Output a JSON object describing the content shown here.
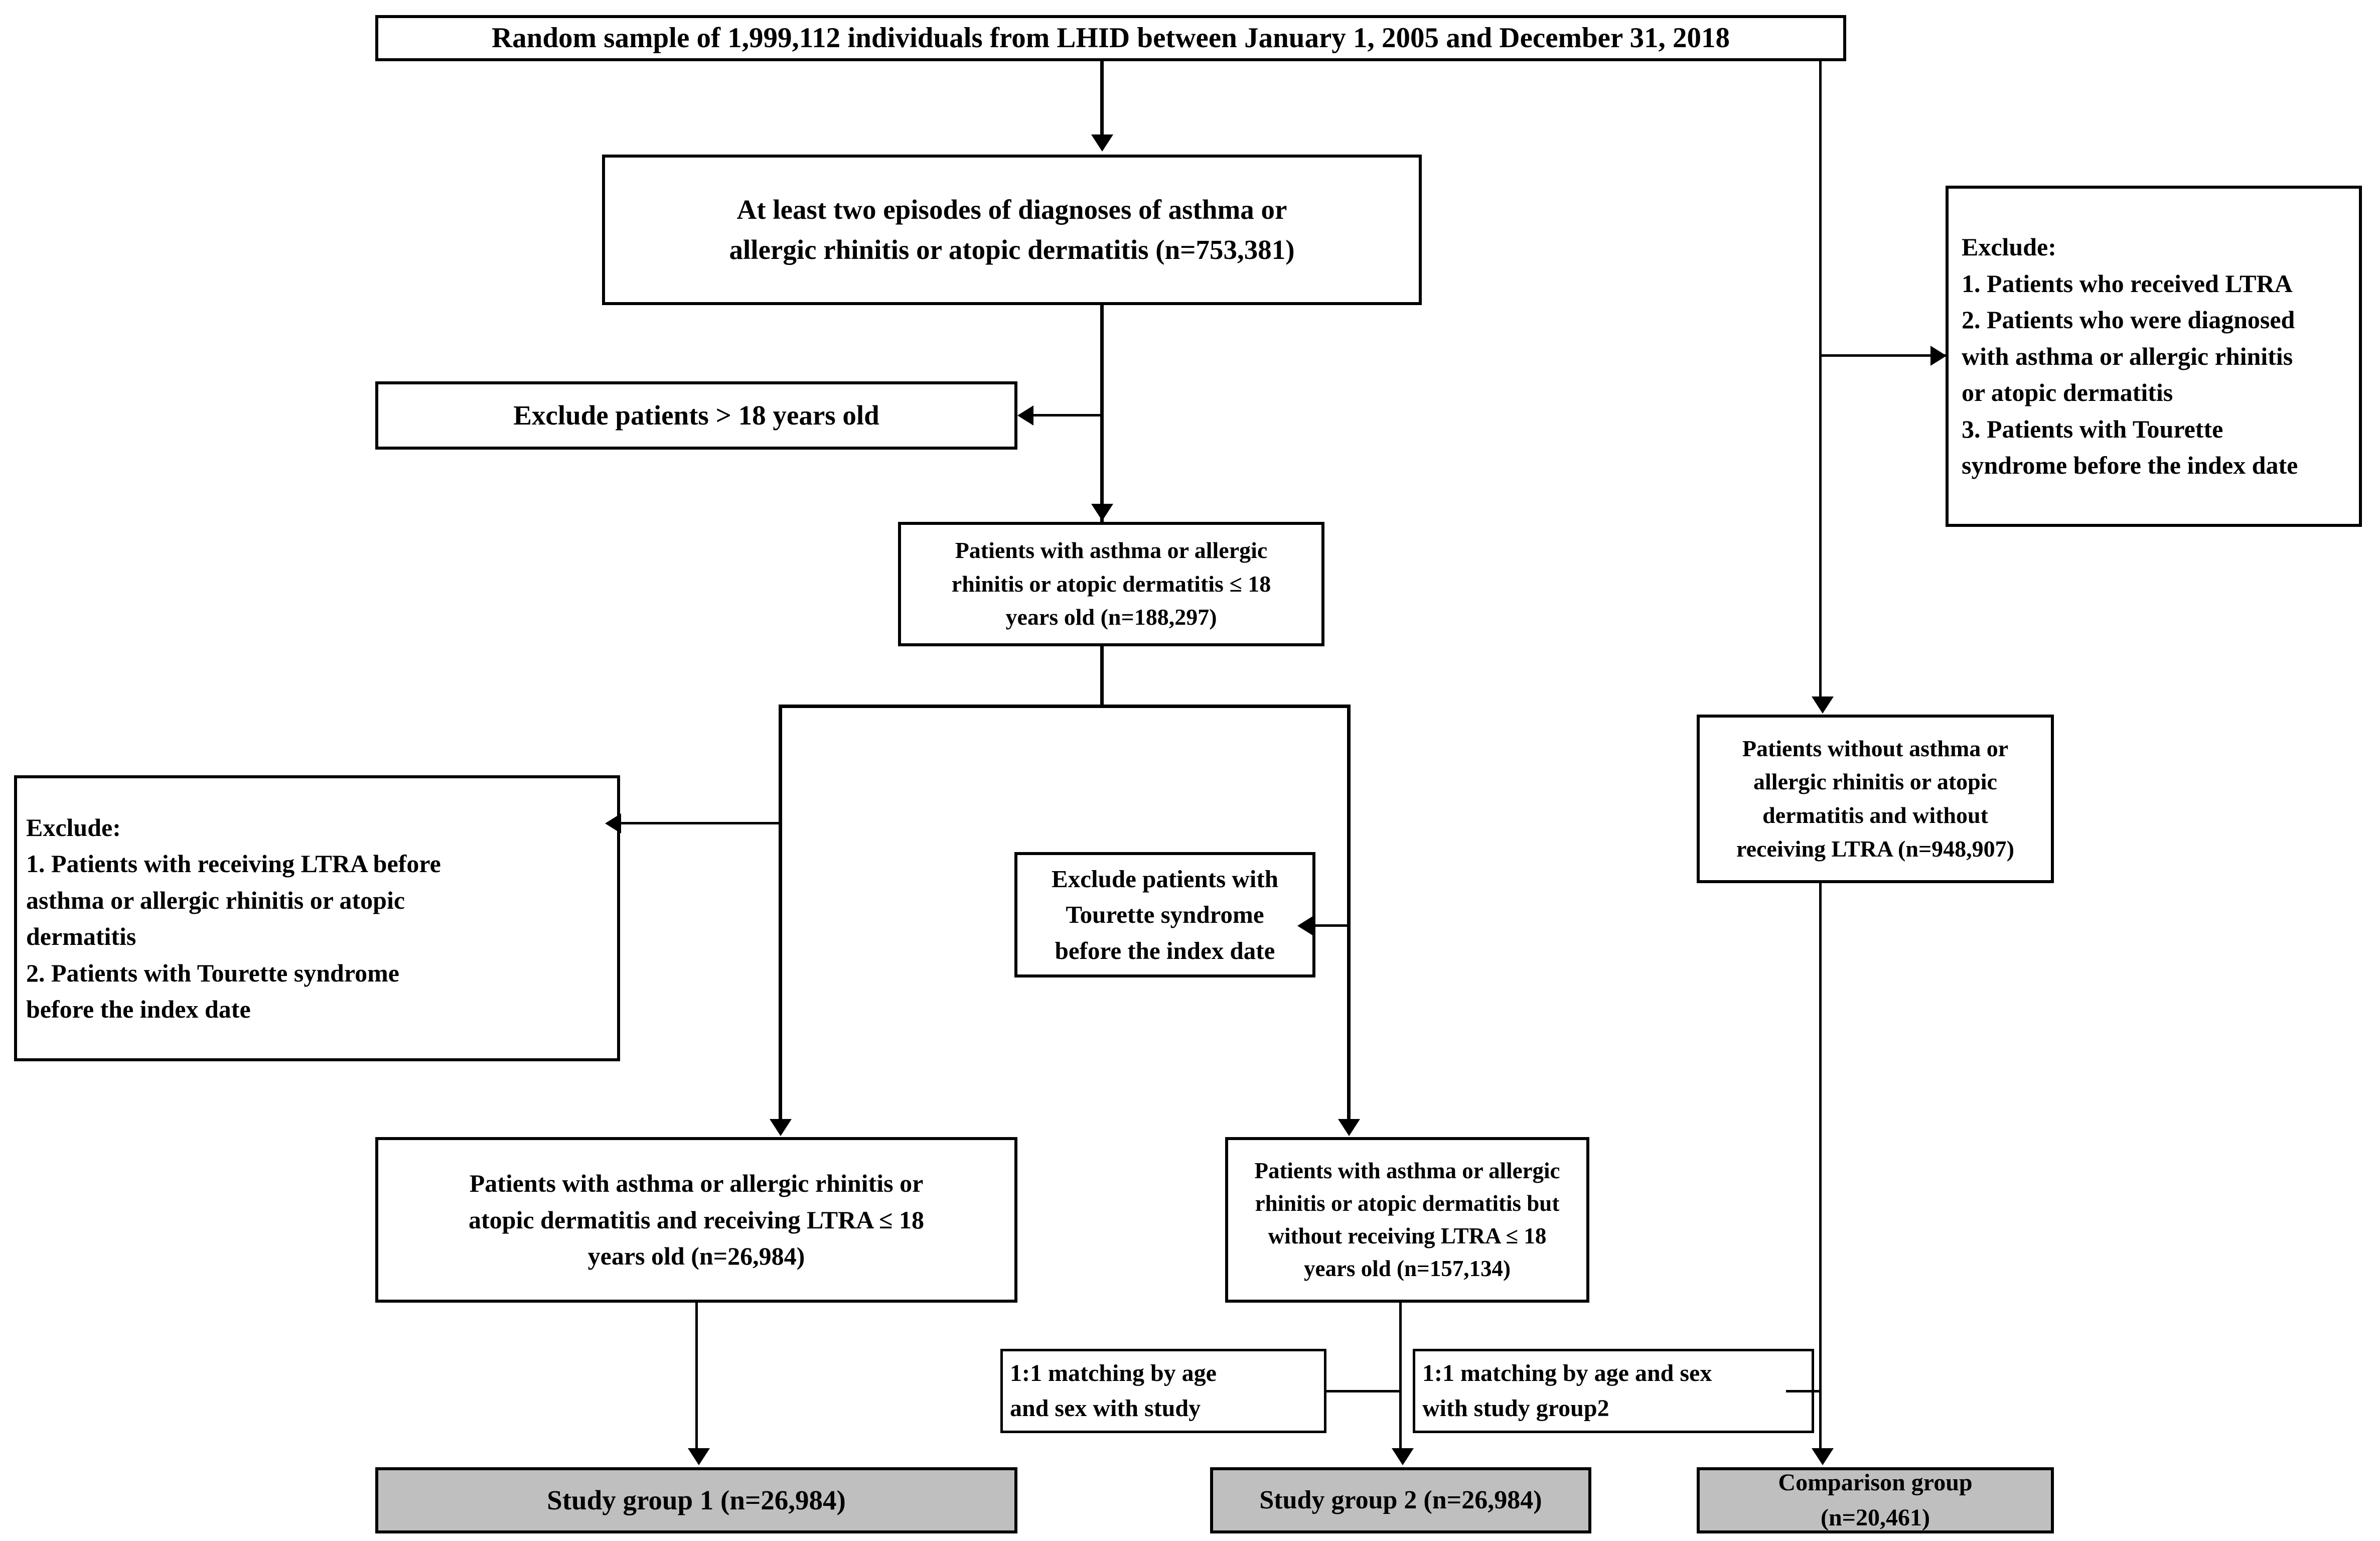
{
  "diagram": {
    "type": "flowchart",
    "title": "Study cohort selection flow diagram",
    "colors": {
      "line": "#000000",
      "box_fill": "#ffffff",
      "highlight_fill": "#bfbfbf"
    },
    "nodes": {
      "source": {
        "text": "Random sample of 1,999,112 individuals from LHID between January 1, 2005 and December 31, 2018"
      },
      "diagnosed": {
        "line1": "At least two episodes of diagnoses of asthma or",
        "line2": "allergic rhinitis or atopic dermatitis (n=753,381)"
      },
      "exclude_age": {
        "text": "Exclude patients > 18 years old"
      },
      "exclude_right": {
        "line1": "Exclude:",
        "line2": "1. Patients who received LTRA",
        "line3": "2. Patients who were diagnosed",
        "line4": "with asthma or allergic rhinitis",
        "line5": "or atopic dermatitis",
        "line6": "3. Patients with Tourette",
        "line7": "syndrome before the index date"
      },
      "under18": {
        "line1": "Patients with asthma or allergic",
        "line2": "rhinitis or atopic dermatitis ≤ 18",
        "line3": "years old (n=188,297)"
      },
      "exclude_left": {
        "line1": "Exclude:",
        "line2": "1. Patients with receiving LTRA before",
        "line3": "asthma or allergic rhinitis or atopic",
        "line4": "dermatitis",
        "line5": "2. Patients with Tourette syndrome",
        "line6": "before the index date"
      },
      "exclude_tourette": {
        "line1": "Exclude patients with",
        "line2": "Tourette syndrome",
        "line3": "before the index date"
      },
      "without_disease": {
        "line1": "Patients without asthma or",
        "line2": "allergic rhinitis or atopic",
        "line3": "dermatitis and without",
        "line4": "receiving LTRA (n=948,907)"
      },
      "with_ltra": {
        "line1": "Patients with asthma or allergic rhinitis or",
        "line2": "atopic dermatitis and receiving LTRA ≤ 18",
        "line3": "years old (n=26,984)"
      },
      "without_ltra": {
        "line1": "Patients with asthma or allergic",
        "line2": "rhinitis or atopic dermatitis but",
        "line3": "without receiving LTRA ≤ 18",
        "line4": "years old (n=157,134)"
      },
      "match_left": {
        "line1": "1:1 matching by age",
        "line2": "and sex with study"
      },
      "match_right": {
        "line1": "1:1 matching by age and sex",
        "line2": "with study group2"
      },
      "study_group_1": {
        "text": "Study group 1 (n=26,984)"
      },
      "study_group_2": {
        "text": "Study group 2 (n=26,984)"
      },
      "comparison_group": {
        "line1": "Comparison group",
        "line2": "(n=20,461)"
      }
    }
  }
}
